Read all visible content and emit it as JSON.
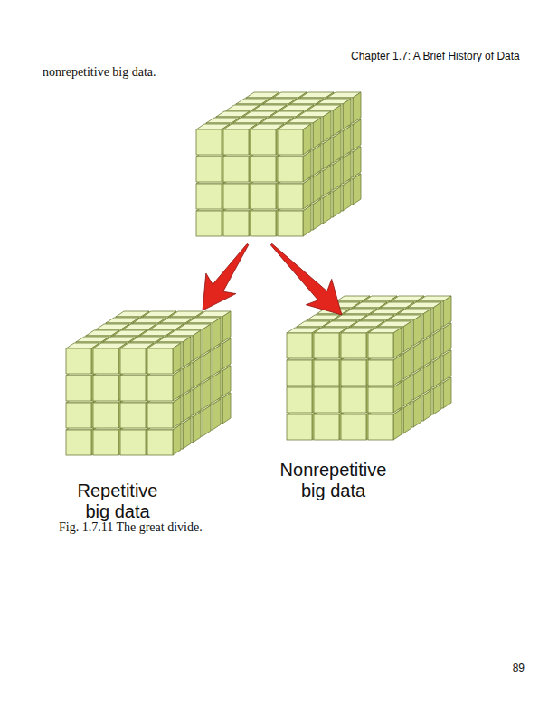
{
  "diagram": {
    "caption": "Fig. 1.7.11 The great divide.",
    "labels": [
      "Chapter 1.7: A Brief History of Data",
      "nonrepetitive big data.",
      "Repetitive big data",
      "Nonrepetitive big data",
      "89"
    ]
  }
}
